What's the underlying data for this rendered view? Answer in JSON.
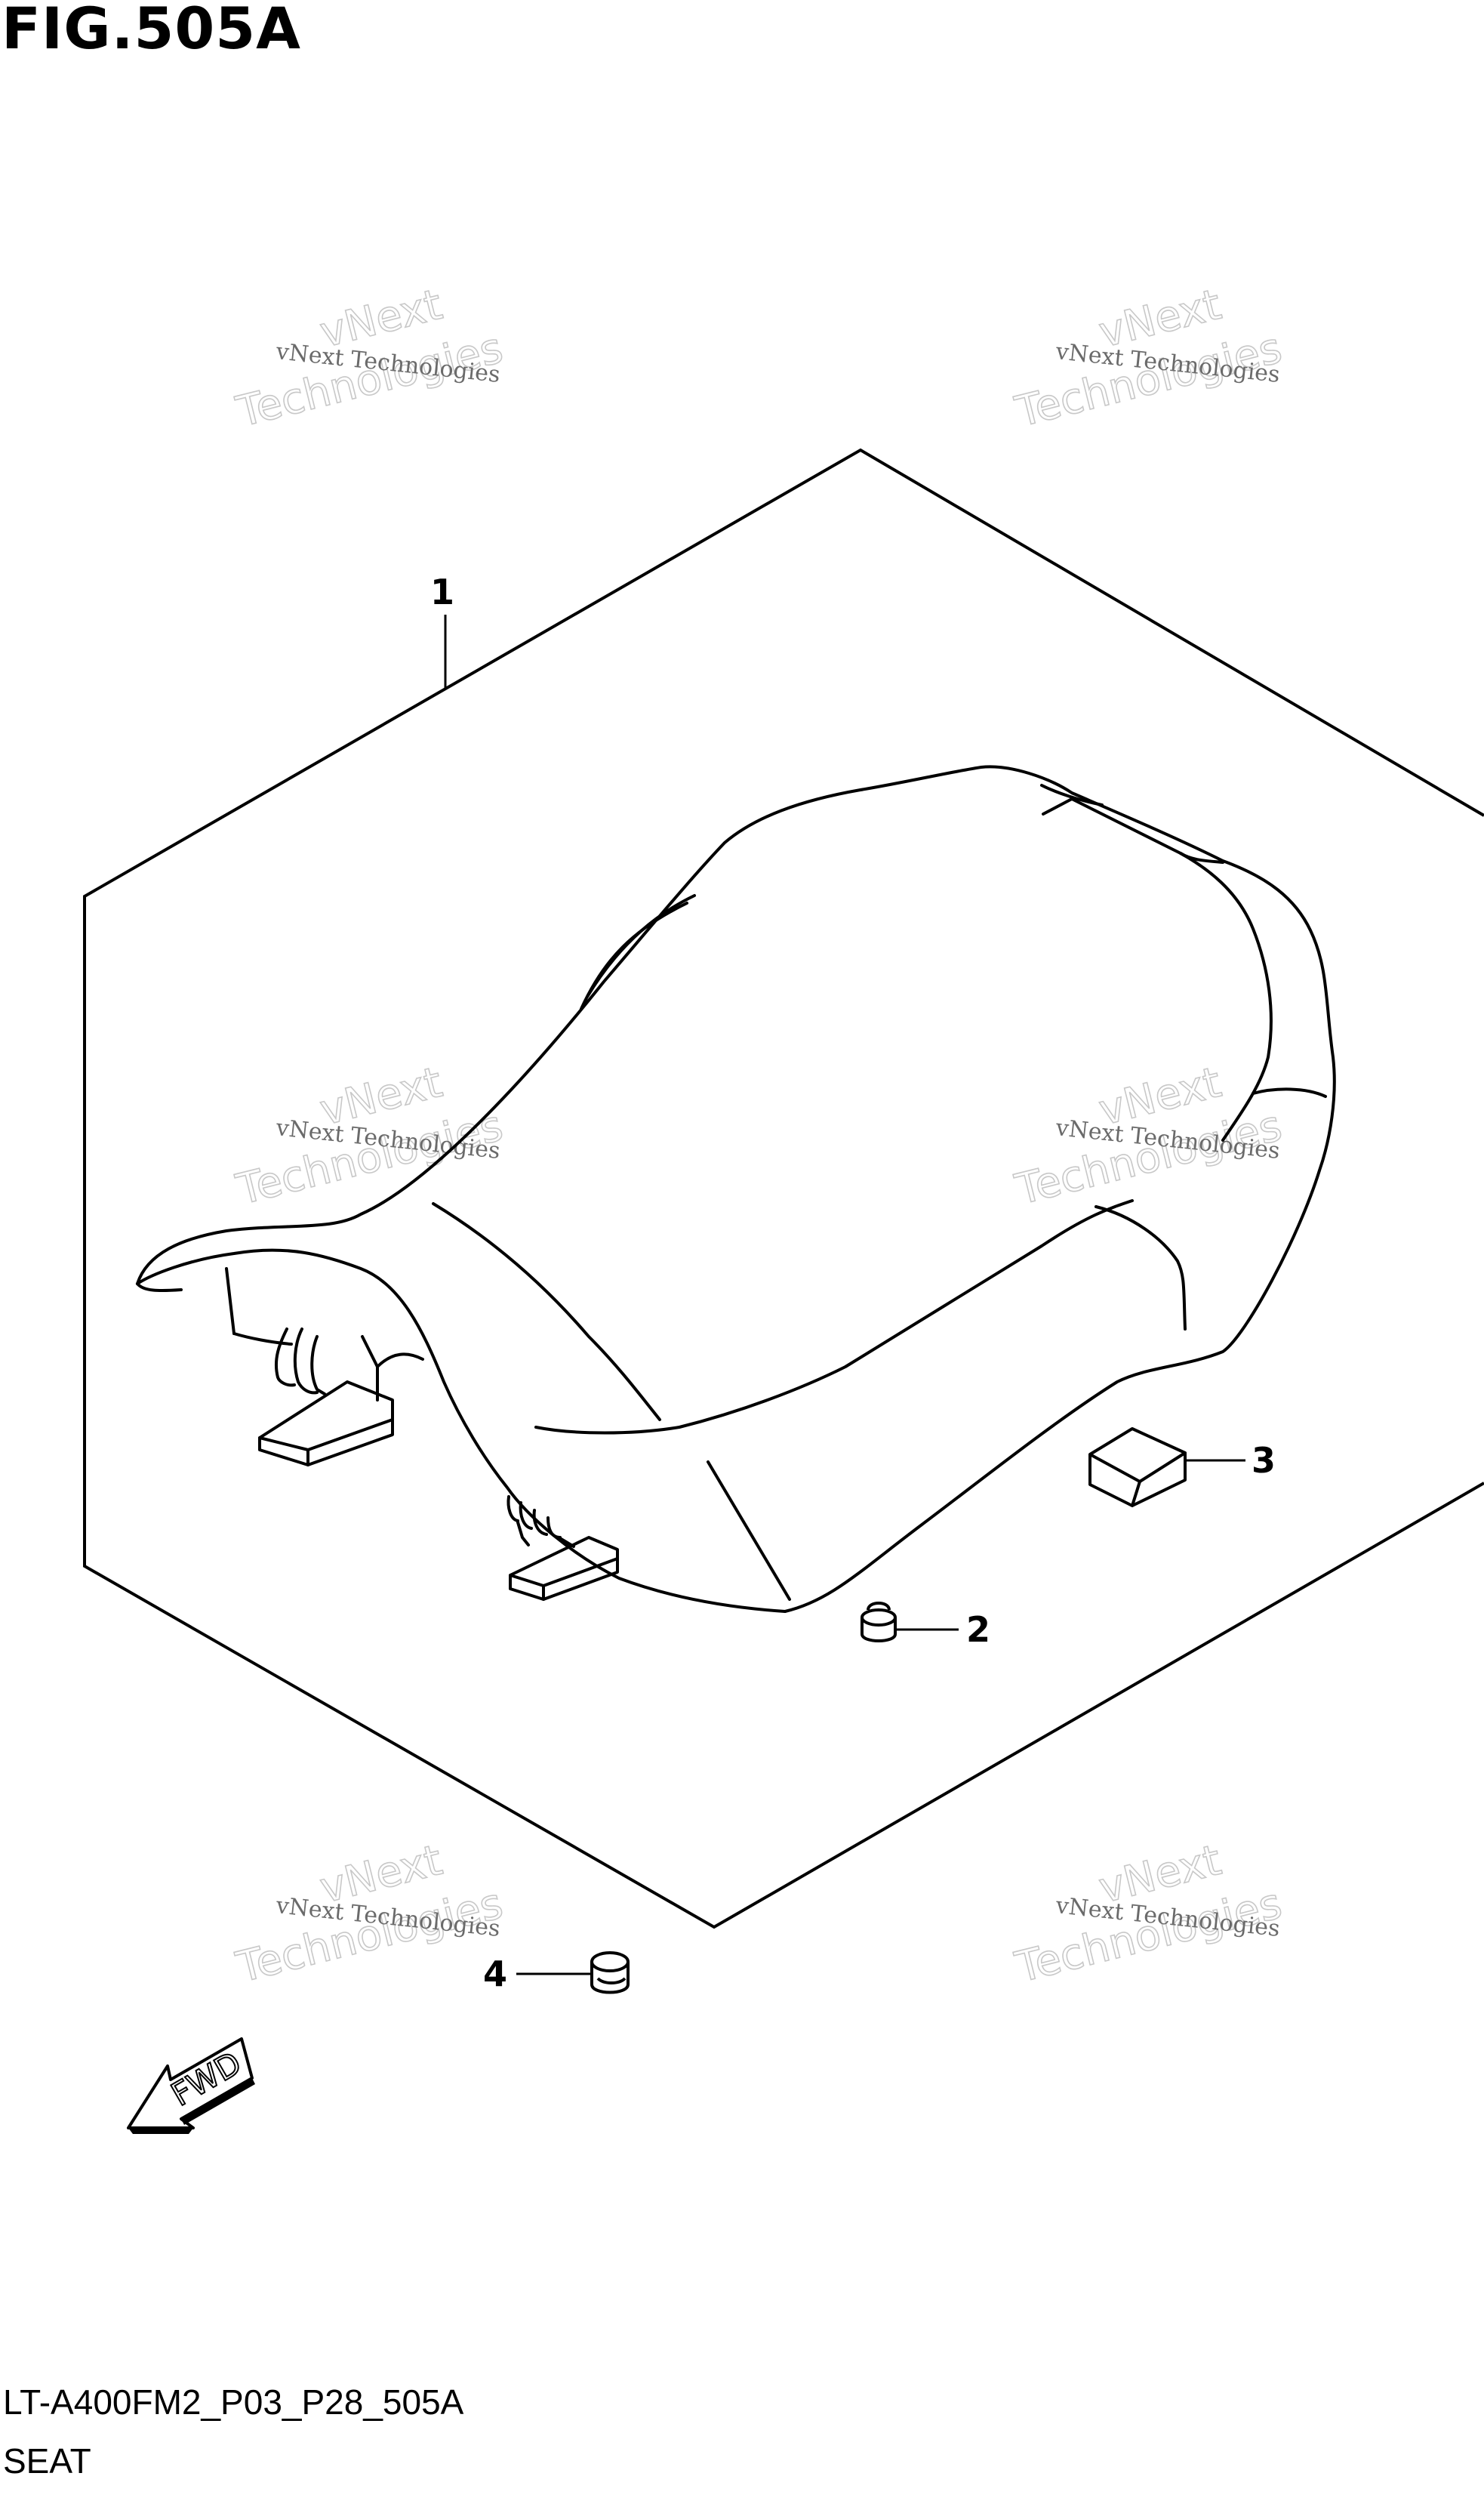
{
  "figure": {
    "title": "FIG.505A",
    "code": "LT-A400FM2_P03_P28_505A",
    "name": "SEAT"
  },
  "callouts": [
    {
      "id": "1",
      "label": "1"
    },
    {
      "id": "2",
      "label": "2"
    },
    {
      "id": "3",
      "label": "3"
    },
    {
      "id": "4",
      "label": "4"
    }
  ],
  "fwd": {
    "label": "FWD",
    "icon": "fwd-arrow-icon"
  },
  "watermark": {
    "line1": "vNext Technologies",
    "line2": "vNext",
    "line3": "Technologies"
  },
  "colors": {
    "line": "#000000",
    "watermark": "#c8c8c8",
    "background": "#ffffff"
  }
}
